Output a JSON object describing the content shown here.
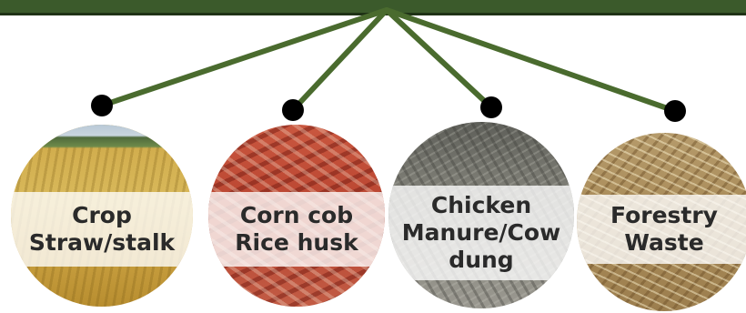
{
  "colors": {
    "bar": "#3b5a2b",
    "connector": "#4a6b2e",
    "dot": "#000000"
  },
  "sources": [
    {
      "lines": [
        "Crop",
        "Straw/stalk"
      ]
    },
    {
      "lines": [
        "Corn cob",
        "Rice husk"
      ]
    },
    {
      "lines": [
        "Chicken",
        "Manure/Cow",
        "dung"
      ]
    },
    {
      "lines": [
        "Forestry",
        "Waste"
      ]
    }
  ]
}
